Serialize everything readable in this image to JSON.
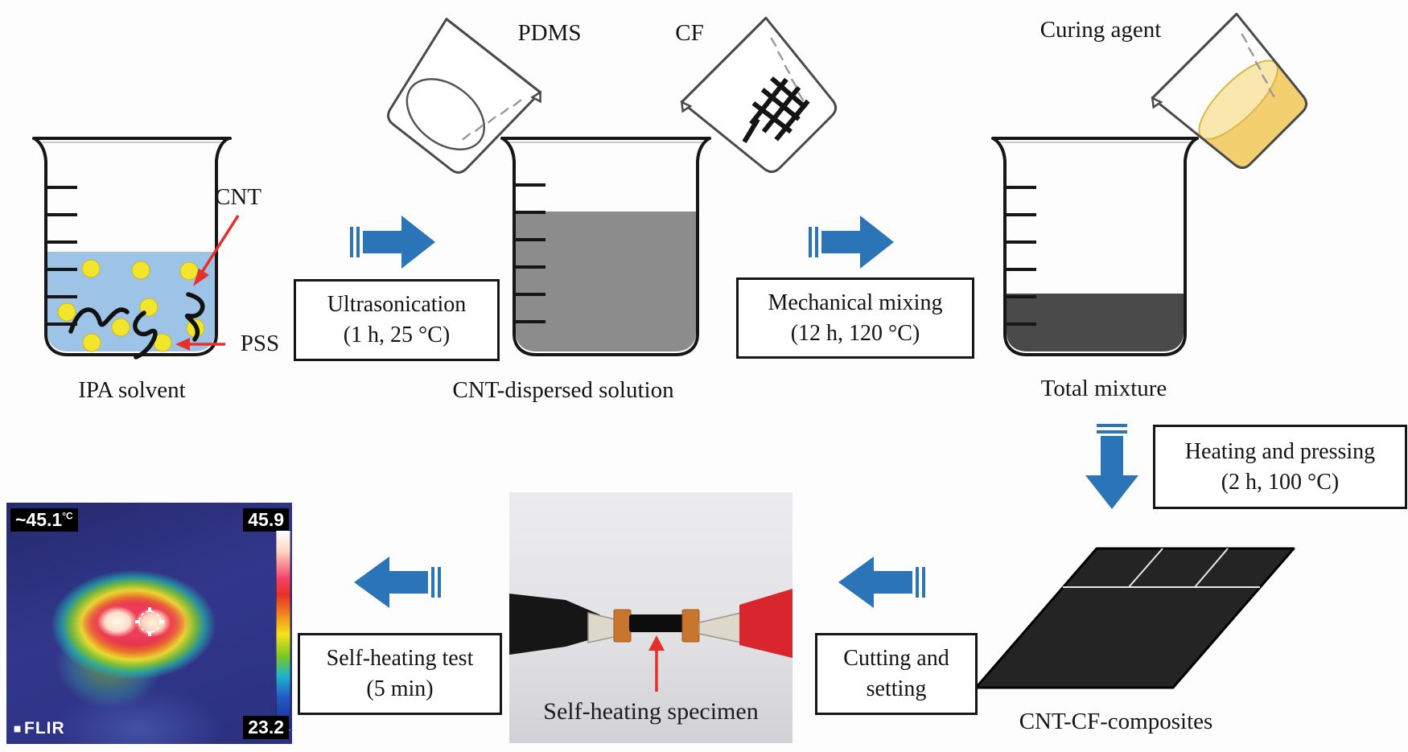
{
  "colors": {
    "arrow_blue": "#2C74B8",
    "solvent_blue": "#9DC3E6",
    "pss_yellow": "#F2E52E",
    "cnt_solution_gray": "#8C8C8C",
    "mixture_dark": "#4A4A4A",
    "curing_yellow": "#F3CF6F",
    "composite_black": "#242424",
    "label_red": "#E5312B"
  },
  "labels": {
    "beaker1_caption": "IPA solvent",
    "beaker2_caption": "CNT-dispersed solution",
    "beaker3_caption": "Total mixture",
    "pour_pdms": "PDMS",
    "pour_cf": "CF",
    "pour_curing": "Curing agent",
    "annotation_cnt": "CNT",
    "annotation_pss": "PSS",
    "composite_caption": "CNT-CF-composites",
    "specimen_caption": "Self-heating specimen"
  },
  "steps": {
    "ultrasonication": {
      "line1": "Ultrasonication",
      "line2": "(1 h, 25 °C)"
    },
    "mechanical_mixing": {
      "line1": "Mechanical mixing",
      "line2": "(12 h, 120 °C)"
    },
    "heating_pressing": {
      "line1": "Heating and pressing",
      "line2": "(2 h, 100 °C)"
    },
    "cutting_setting": {
      "line1": "Cutting and",
      "line2": "setting"
    },
    "self_heating_test": {
      "line1": "Self-heating test",
      "line2": "(5 min)"
    }
  },
  "thermal": {
    "spot_temperature": "~45.1",
    "spot_unit": "°C",
    "scale_max": "45.9",
    "scale_min": "23.2",
    "brand": "FLIR"
  }
}
